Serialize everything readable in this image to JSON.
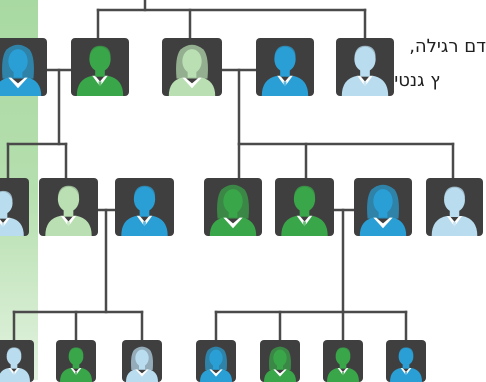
{
  "caption": {
    "line1": "דם רגילה,",
    "line2": "ץ גנטי."
  },
  "colors": {
    "tile": "#3f3f3f",
    "line": "#4a4a4a",
    "green": "#3aa64a",
    "blue": "#2a9fd6",
    "pale_green": "#b9dfb3",
    "pale_blue": "#b9dcef",
    "band": "#b5dfae"
  },
  "people": [
    {
      "id": "g0-female-blue",
      "icon": "female",
      "color": "blue"
    },
    {
      "id": "g0-male-green",
      "icon": "male",
      "color": "green"
    },
    {
      "id": "g0-female-palegreen",
      "icon": "female",
      "color": "pale_green"
    },
    {
      "id": "g0-male-blue",
      "icon": "male",
      "color": "blue"
    },
    {
      "id": "g0-male-paleblue",
      "icon": "male",
      "color": "pale_blue"
    },
    {
      "id": "g1-person-paleblue",
      "icon": "male",
      "color": "pale_blue"
    },
    {
      "id": "g1-male-palegreen",
      "icon": "male",
      "color": "pale_green"
    },
    {
      "id": "g1-male-blue",
      "icon": "male",
      "color": "blue"
    },
    {
      "id": "g1-female-green",
      "icon": "female",
      "color": "green"
    },
    {
      "id": "g1-male-green",
      "icon": "male",
      "color": "green"
    },
    {
      "id": "g1-female-blue",
      "icon": "female",
      "color": "blue"
    },
    {
      "id": "g1-male-paleblue",
      "icon": "male",
      "color": "pale_blue"
    },
    {
      "id": "g2-person-paleblue",
      "icon": "male",
      "color": "pale_blue"
    },
    {
      "id": "g2-male-green",
      "icon": "male",
      "color": "green"
    },
    {
      "id": "g2-female-paleblue",
      "icon": "female",
      "color": "pale_blue"
    },
    {
      "id": "g2-female-blue",
      "icon": "female",
      "color": "blue"
    },
    {
      "id": "g2-female-green",
      "icon": "female",
      "color": "green"
    },
    {
      "id": "g2-male-green-b",
      "icon": "male",
      "color": "green"
    },
    {
      "id": "g2-male-blue",
      "icon": "male",
      "color": "blue"
    }
  ]
}
